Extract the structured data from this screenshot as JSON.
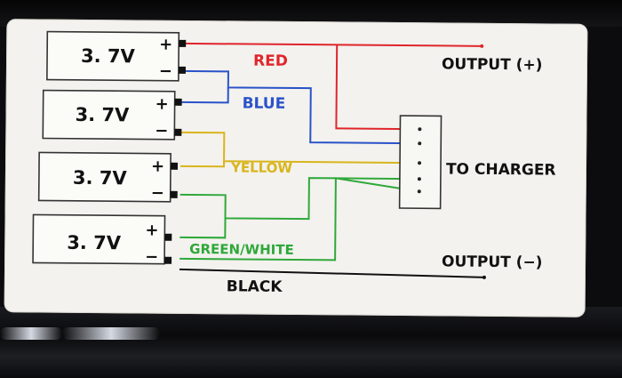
{
  "diagram": {
    "cells": [
      {
        "voltage": "3. 7V",
        "plus": "+",
        "minus": "−"
      },
      {
        "voltage": "3. 7V",
        "plus": "+",
        "minus": "−"
      },
      {
        "voltage": "3. 7V",
        "plus": "+",
        "minus": "−"
      },
      {
        "voltage": "3. 7V",
        "plus": "+",
        "minus": "−"
      }
    ],
    "wires": {
      "red": {
        "label": "RED",
        "color": "#e0252c"
      },
      "blue": {
        "label": "BLUE",
        "color": "#2a52c9"
      },
      "yellow": {
        "label": "YELLOW",
        "color": "#d9b51c"
      },
      "green": {
        "label": "GREEN/WHITE",
        "color": "#2fa83a"
      },
      "black": {
        "label": "BLACK",
        "color": "#111111"
      }
    },
    "output_positive": "OUTPUT (+)",
    "output_negative": "OUTPUT (−)",
    "charger_label": "TO CHARGER"
  }
}
